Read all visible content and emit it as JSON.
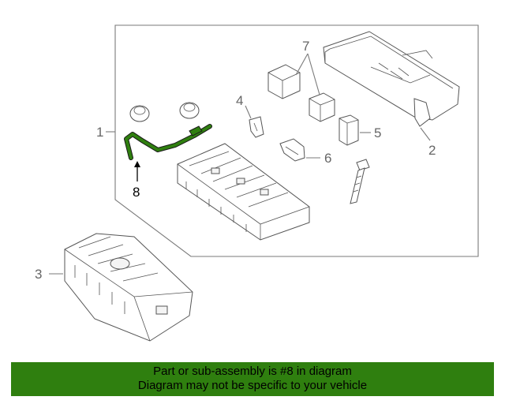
{
  "callouts": {
    "c1": "1",
    "c2": "2",
    "c3": "3",
    "c4": "4",
    "c5": "5",
    "c6": "6",
    "c7": "7",
    "c8": "8"
  },
  "highlight_color": "#2f7f0f",
  "banner": {
    "line1": "Part or sub-assembly is #8 in diagram",
    "line2": "Diagram may not be specific to your vehicle"
  }
}
